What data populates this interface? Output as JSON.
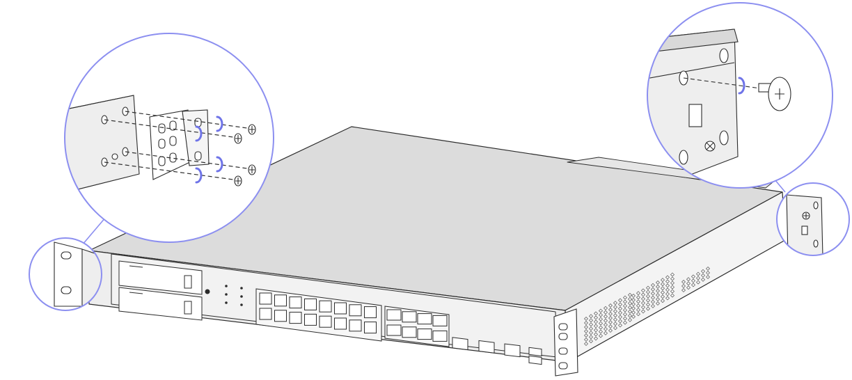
{
  "diagram": {
    "kind": "rack-mount-ear-installation",
    "colors": {
      "background": "#ffffff",
      "outline": "#2b2b2b",
      "chassis_top": "#dcdcdc",
      "chassis_front": "#eeeeee",
      "chassis_side": "#f4f4f4",
      "callout_circle": "#8c8ff0",
      "rotation_arrow": "#6f74e8"
    },
    "callouts": [
      {
        "id": "left-bracket-detail",
        "icon": "mounting-ear-bracket-icon",
        "screws": 4,
        "screw_direction": "clockwise"
      },
      {
        "id": "right-side-detail",
        "icon": "side-screw-icon",
        "screws": 1,
        "screw_direction": "clockwise"
      },
      {
        "id": "left-ear-closeup",
        "icon": "left-ear-icon"
      },
      {
        "id": "right-ear-closeup",
        "icon": "right-ear-icon"
      }
    ],
    "device": {
      "drive_bays": 2,
      "status_leds": 6,
      "rj45_ports": 16,
      "sfp_ports": 8,
      "uplink_sfp_ports": 2,
      "management_port": 1,
      "usb_ports": 2
    }
  }
}
